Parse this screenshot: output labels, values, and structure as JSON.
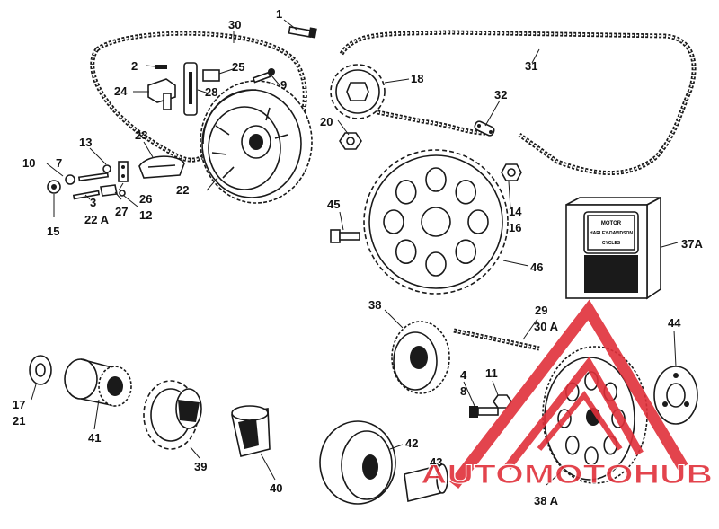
{
  "parts": [
    {
      "id": "p1",
      "label": "1"
    },
    {
      "id": "p2",
      "label": "2"
    },
    {
      "id": "p3",
      "label": "3"
    },
    {
      "id": "p4",
      "label": "4"
    },
    {
      "id": "p7",
      "label": "7"
    },
    {
      "id": "p8",
      "label": "8"
    },
    {
      "id": "p9",
      "label": "9"
    },
    {
      "id": "p10",
      "label": "10"
    },
    {
      "id": "p11",
      "label": "11"
    },
    {
      "id": "p12",
      "label": "12"
    },
    {
      "id": "p13",
      "label": "13"
    },
    {
      "id": "p14",
      "label": "14"
    },
    {
      "id": "p15",
      "label": "15"
    },
    {
      "id": "p16",
      "label": "16"
    },
    {
      "id": "p17",
      "label": "17"
    },
    {
      "id": "p18",
      "label": "18"
    },
    {
      "id": "p20",
      "label": "20"
    },
    {
      "id": "p21",
      "label": "21"
    },
    {
      "id": "p22",
      "label": "22"
    },
    {
      "id": "p22a",
      "label": "22 A"
    },
    {
      "id": "p23",
      "label": "23"
    },
    {
      "id": "p24",
      "label": "24"
    },
    {
      "id": "p25",
      "label": "25"
    },
    {
      "id": "p26",
      "label": "26"
    },
    {
      "id": "p27",
      "label": "27"
    },
    {
      "id": "p28",
      "label": "28"
    },
    {
      "id": "p29",
      "label": "29"
    },
    {
      "id": "p30",
      "label": "30"
    },
    {
      "id": "p30a",
      "label": "30 A"
    },
    {
      "id": "p31",
      "label": "31"
    },
    {
      "id": "p32",
      "label": "32"
    },
    {
      "id": "p37a",
      "label": "37A"
    },
    {
      "id": "p38",
      "label": "38"
    },
    {
      "id": "p38a",
      "label": "38 A"
    },
    {
      "id": "p39",
      "label": "39"
    },
    {
      "id": "p40",
      "label": "40"
    },
    {
      "id": "p41",
      "label": "41"
    },
    {
      "id": "p42",
      "label": "42"
    },
    {
      "id": "p43",
      "label": "43"
    },
    {
      "id": "p44",
      "label": "44"
    },
    {
      "id": "p45",
      "label": "45"
    },
    {
      "id": "p46",
      "label": "46"
    }
  ],
  "box_logo": {
    "line1": "MOTOR",
    "line2": "HARLEY-DAVIDSON",
    "line3": "CYCLES"
  },
  "watermark": {
    "text": "AUTOMOTOHUB",
    "color": "#e0303a"
  }
}
